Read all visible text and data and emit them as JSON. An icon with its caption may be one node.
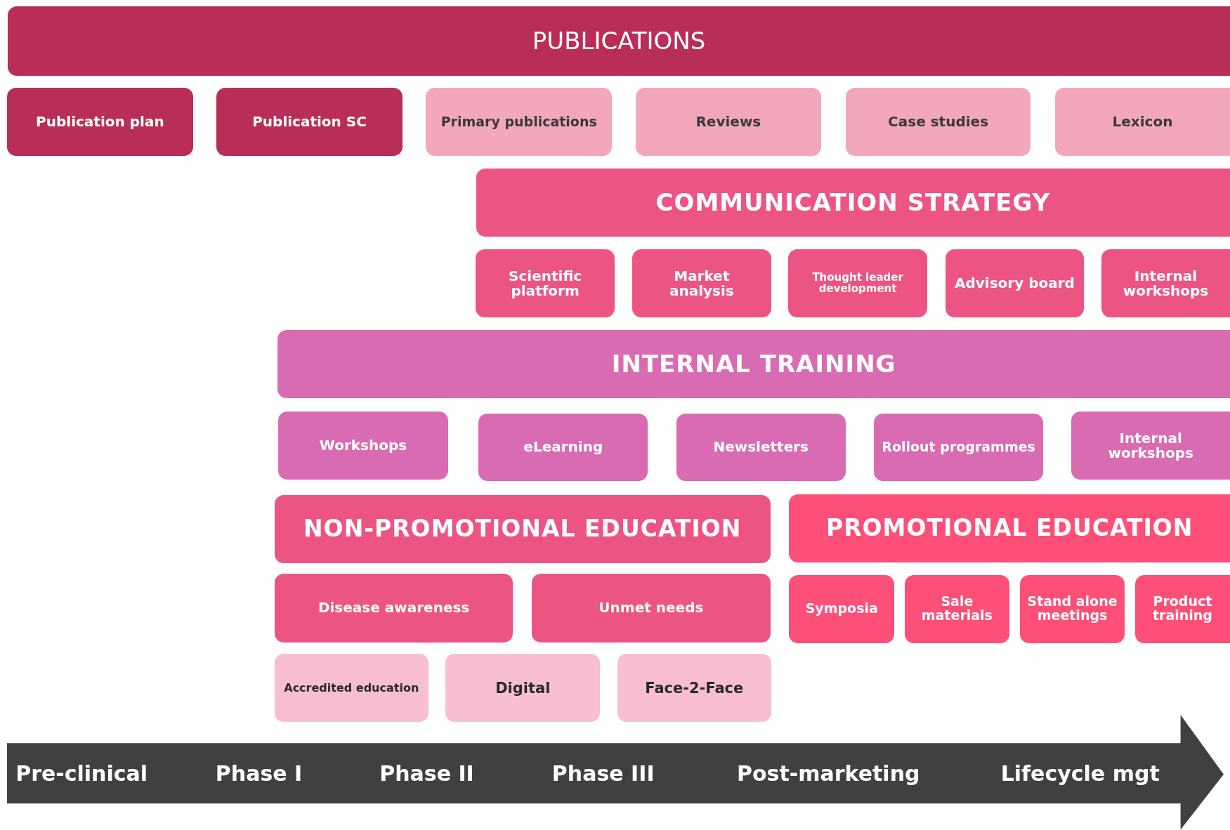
{
  "diagram": {
    "nodes": [
      {
        "text": [
          "PUBLICATIONS"
        ]
      },
      {
        "text": [
          "Publication plan"
        ]
      },
      {
        "text": [
          "Publication SC"
        ]
      },
      {
        "text": [
          "Primary publications"
        ]
      },
      {
        "text": [
          "Reviews"
        ]
      },
      {
        "text": [
          "Case studies"
        ]
      },
      {
        "text": [
          "Lexicon"
        ]
      },
      {
        "text": [
          "COMMUNICATION STRATEGY"
        ]
      },
      {
        "text": [
          "Scientific platform"
        ]
      },
      {
        "text": [
          "Market analysis"
        ]
      },
      {
        "text": [
          "Thought leader development"
        ]
      },
      {
        "text": [
          "Advisory board"
        ]
      },
      {
        "text": [
          "Internal workshops"
        ]
      },
      {
        "text": [
          "INTERNAL TRAINING"
        ]
      },
      {
        "text": [
          "Workshops"
        ]
      },
      {
        "text": [
          "eLearning"
        ]
      },
      {
        "text": [
          "Newsletters"
        ]
      },
      {
        "text": [
          "Rollout programmes"
        ]
      },
      {
        "text": [
          "Internal workshops"
        ]
      },
      {
        "text": [
          "NON-PROMOTIONAL EDUCATION"
        ]
      },
      {
        "text": [
          "PROMOTIONAL EDUCATION"
        ]
      },
      {
        "text": [
          "Disease awareness"
        ]
      },
      {
        "text": [
          "Unmet needs"
        ]
      },
      {
        "text": [
          "Symposia"
        ]
      },
      {
        "text": [
          "Sale materials"
        ]
      },
      {
        "text": [
          "Stand alone meetings"
        ]
      },
      {
        "text": [
          "Product training"
        ]
      },
      {
        "text": [
          "Accredited education"
        ]
      },
      {
        "text": [
          "Digital"
        ]
      },
      {
        "text": [
          "Face-2-Face"
        ]
      },
      {
        "text": [
          "Pre-clinical",
          "Phase I",
          "Phase II",
          "Phase III",
          "Post-marketing",
          "Lifecycle mgt"
        ]
      }
    ],
    "edges": []
  }
}
